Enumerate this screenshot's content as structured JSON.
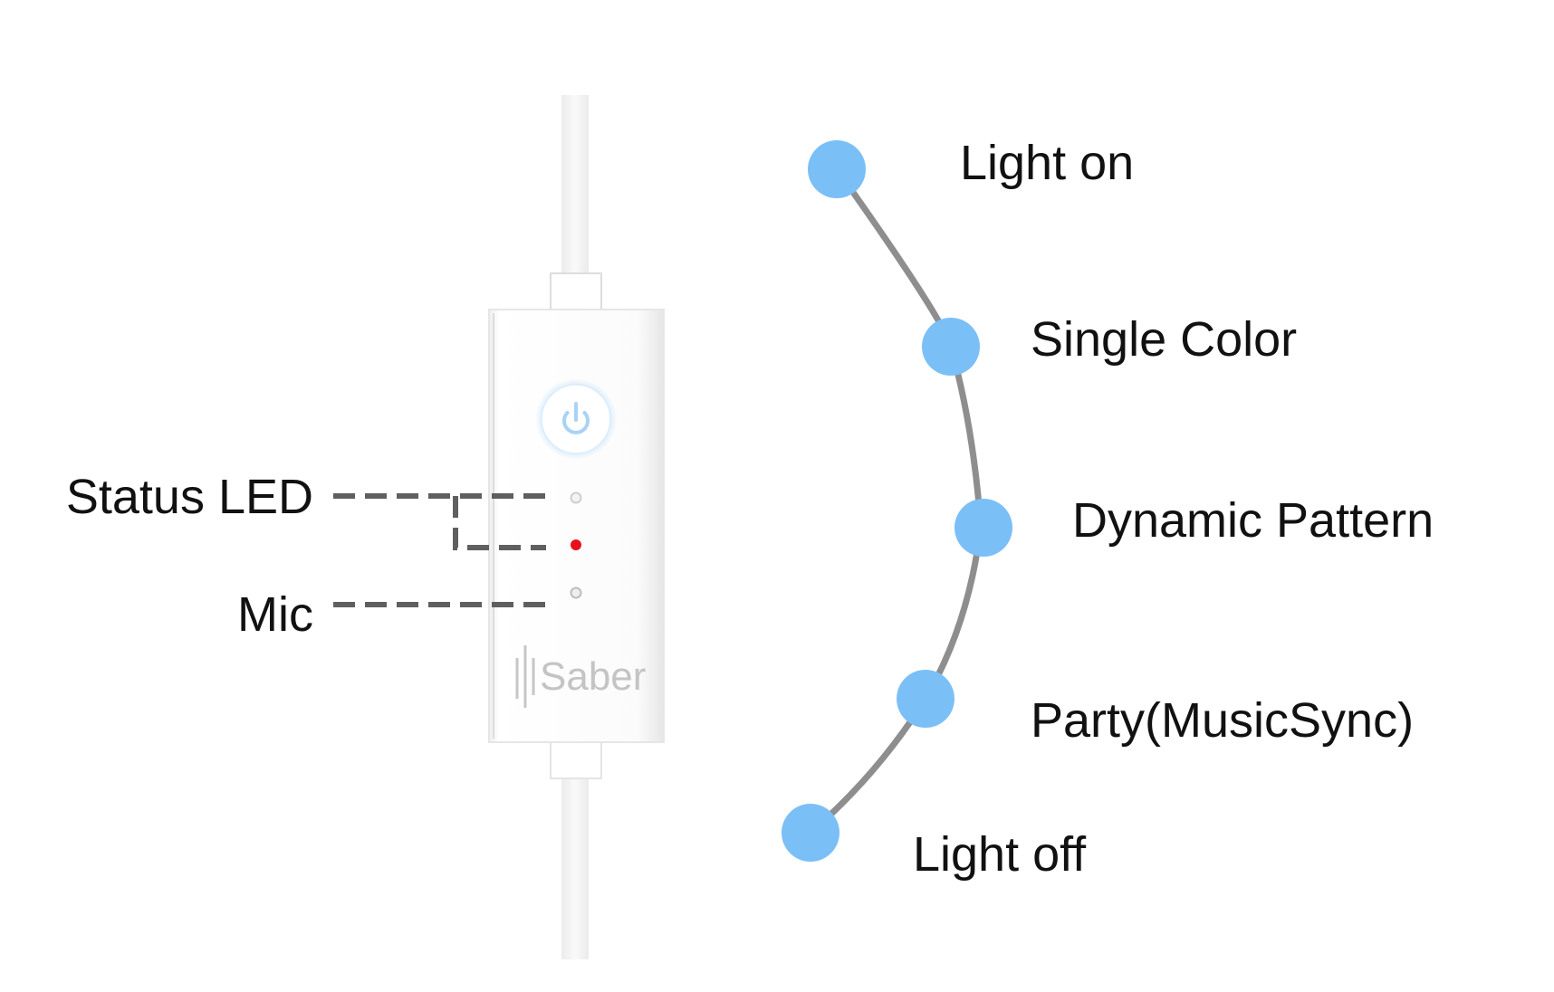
{
  "device": {
    "brand": "Saber",
    "labels": {
      "status_led": "Status LED",
      "mic": "Mic"
    },
    "power_icon": "power-icon",
    "led_color": "#e8101c"
  },
  "modes": [
    {
      "label": "Light on"
    },
    {
      "label": "Single Color"
    },
    {
      "label": "Dynamic Pattern"
    },
    {
      "label": "Party(MusicSync)"
    },
    {
      "label": "Light off"
    }
  ],
  "colors": {
    "node": "#7bbff7",
    "arc": "#8e8e8e",
    "leader": "#5f5f5f",
    "glow": "#bfe0fb"
  }
}
